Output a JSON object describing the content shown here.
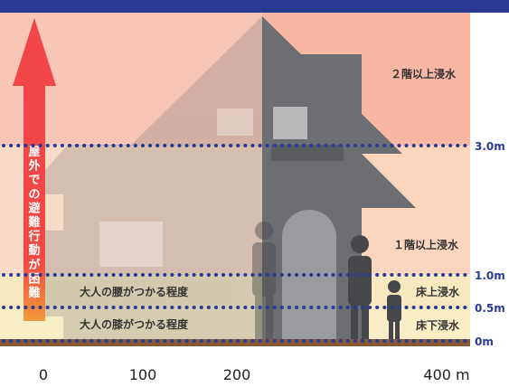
{
  "zones": {
    "level2": "２階以上浸水",
    "level1": "１階以上浸水",
    "above_floor": "床上浸水",
    "below_floor": "床下浸水"
  },
  "depth_labels": [
    "3.0m",
    "1.0m",
    "0.5m",
    "0m"
  ],
  "body_references": {
    "waist": "大人の腰がつかる程度",
    "knee": "大人の膝がつかる程度"
  },
  "arrow_label_chars": [
    "屋",
    "外",
    "で",
    "の",
    "避",
    "難",
    "行",
    "動",
    "が",
    "困",
    "難"
  ],
  "distance_axis": {
    "labels": [
      "0",
      "100",
      "200",
      "400 m"
    ]
  },
  "colors": {
    "frame": "#293b92",
    "dotted_line": "#293b92",
    "zone_level2": "#f8b7a2",
    "zone_level1": "#fbd9c4",
    "zone_above_floor": "#f8eec6",
    "zone_below_floor": "#f8eec6",
    "ground": "#8a5a36",
    "arrow": "#f2454a",
    "arrow_base": "#f39a3a",
    "house": "#6d6e72",
    "person": "#46474b"
  }
}
